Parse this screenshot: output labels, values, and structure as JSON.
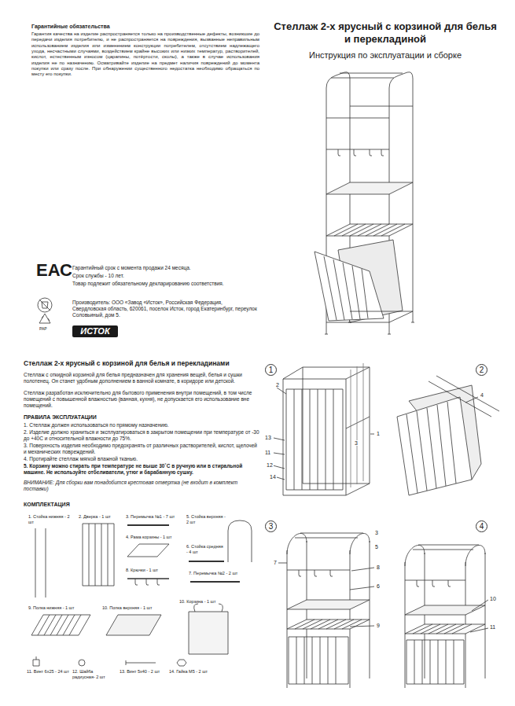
{
  "diagram": {
    "title": "Стеллаж 2-х ярусный с корзиной для белья и перекладиной",
    "nodes": [
      {
        "text": [
          "ИСТОК"
        ]
      },
      {
        "text": [
          "1"
        ]
      },
      {
        "text": [
          "2"
        ]
      },
      {
        "text": [
          "3"
        ]
      },
      {
        "text": [
          "4"
        ]
      }
    ],
    "labels": [
      "Гарантийные обязательства",
      "Гарантия качества на изделие распространяется только на производственные дефекты, возникшие до передачи изделия потребителю, и не распространяется на повреждения, вызванные неправильным использованием изделия или изменением конструкции потребителем, отсутствием надлежащего ухода, несчастными случаями, воздействием крайне высоких или низких температур, растворителей, кислот, естественным износом (царапины, потёртости, сколы), а также в случае использования изделия не по назначению. Осматривайте изделие на предмет наличия повреждений до момента покупки или сразу после. При обнаружении существенного недостатка необходимо обращаться по месту его покупки.",
      "Инструкция по эксплуатации и сборке",
      "Гарантийный срок с момента продажи 24 месяца.",
      "Срок службы - 10 лет.",
      "Товар подлежит обязательному декларированию соответствия.",
      "ЕАС",
      "Производитель: ООО «Завод «Исток», Российская Федерация, Свердловская область, 620061, поселок Исток, город Екатеринбург, переулок Соловьиный, дом 5.",
      "PAP",
      "Стеллаж 2-х ярусный с корзиной для белья и перекладинами",
      "Стеллаж с откидной корзиной для белья предназначен для хранения вещей, белья и сушки полотенец. Он станет удобным дополнением в ванной комнате, в коридоре или детской.",
      "Стеллаж разработан исключительно для бытового применения внутри помещений, в том числе помещений с повышенной влажностью (ванная, кухня), не допускается его использование вне помещений.",
      "ПРАВИЛА ЭКСПЛУАТАЦИИ",
      "1. Стеллаж должен использоваться по прямому назначению.",
      "2. Изделие должно храниться и эксплуатироваться в закрытом помещении при температуре от -30 до +40С и относительной влажности до 75%.",
      "3. Поверхность изделия необходимо предохранять от различных растворителей, кислот, щелочей и механических повреждений.",
      "4. Протирайте стеллаж мягкой влажной тканью.",
      "5. Корзину можно стирать при температуре не выше 30˚С в ручную или в стиральной машине. Не используйте отбеливатели, утюг и барабанную сушку.",
      "ВНИМАНИЕ: Для сборки вам понадобится крестовая отвертка (не входит в комплект поставки)",
      "КОМПЛЕКТАЦИЯ",
      "1. Стойка нижняя - 2 шт",
      "2. Дверка - 1 шт",
      "3. Перемычка №1 - 7 шт",
      "4. Рама корзины - 1 шт",
      "5. Стойка верхняя - 2 шт",
      "6. Стойка средняя - 4 шт",
      "7. Перемычка №2 - 2 шт",
      "8. Крючки - 1 шт",
      "9. Полка нижняя - 1 шт",
      "10. Полка верхняя - 1 шт",
      "10. Корзина - 1 шт",
      "11. Винт 6х25 - 24 шт",
      "12. Шайба радиусная- 2 шт",
      "13. Винт 5х40 - 2 шт",
      "14. Гайка М5 - 2 шт",
      "1",
      "2",
      "3",
      "13",
      "11",
      "12",
      "14",
      "4",
      "3",
      "5",
      "7",
      "8",
      "6",
      "9",
      "10",
      "11"
    ]
  }
}
